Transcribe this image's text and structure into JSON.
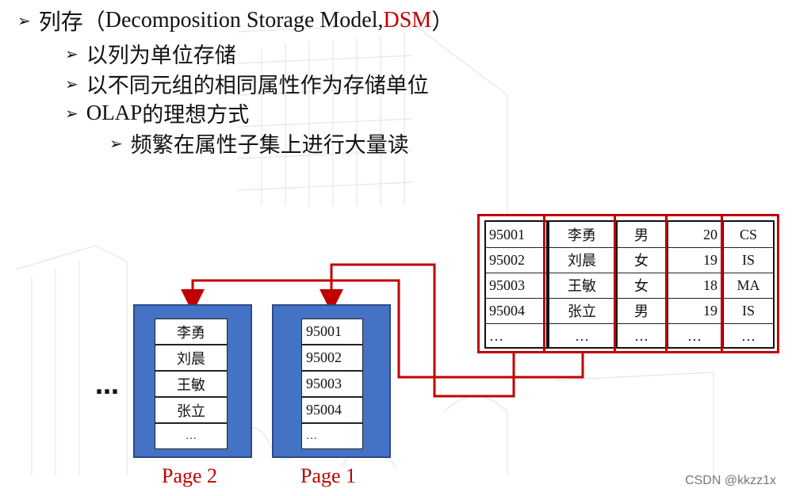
{
  "bullets": {
    "b1_prefix": "列存（",
    "b1_model": "Decomposition Storage Model, ",
    "b1_abbr": "DSM",
    "b1_suffix": "）",
    "b2": "以列为单位存储",
    "b3": "以不同元组的相同属性作为存储单位",
    "b4_latin": "OLAP",
    "b4_rest": "的理想方式",
    "b5": "频繁在属性子集上进行大量读"
  },
  "table": {
    "rows": [
      [
        "95001",
        "李勇",
        "男",
        "20",
        "CS"
      ],
      [
        "95002",
        "刘晨",
        "女",
        "19",
        "IS"
      ],
      [
        "95003",
        "王敏",
        "女",
        "18",
        "MA"
      ],
      [
        "95004",
        "张立",
        "男",
        "19",
        "IS"
      ],
      [
        "…",
        "…",
        "…",
        "…",
        "…"
      ]
    ]
  },
  "page2": {
    "label": "Page 2",
    "cells": [
      "李勇",
      "刘晨",
      "王敏",
      "张立",
      "…"
    ]
  },
  "page1": {
    "label": "Page 1",
    "cells": [
      "95001",
      "95002",
      "95003",
      "95004",
      "…"
    ]
  },
  "ellipsis": "…",
  "watermark": "CSDN @kkzz1x",
  "colors": {
    "accent": "#c00000",
    "page_fill": "#4472c4"
  }
}
